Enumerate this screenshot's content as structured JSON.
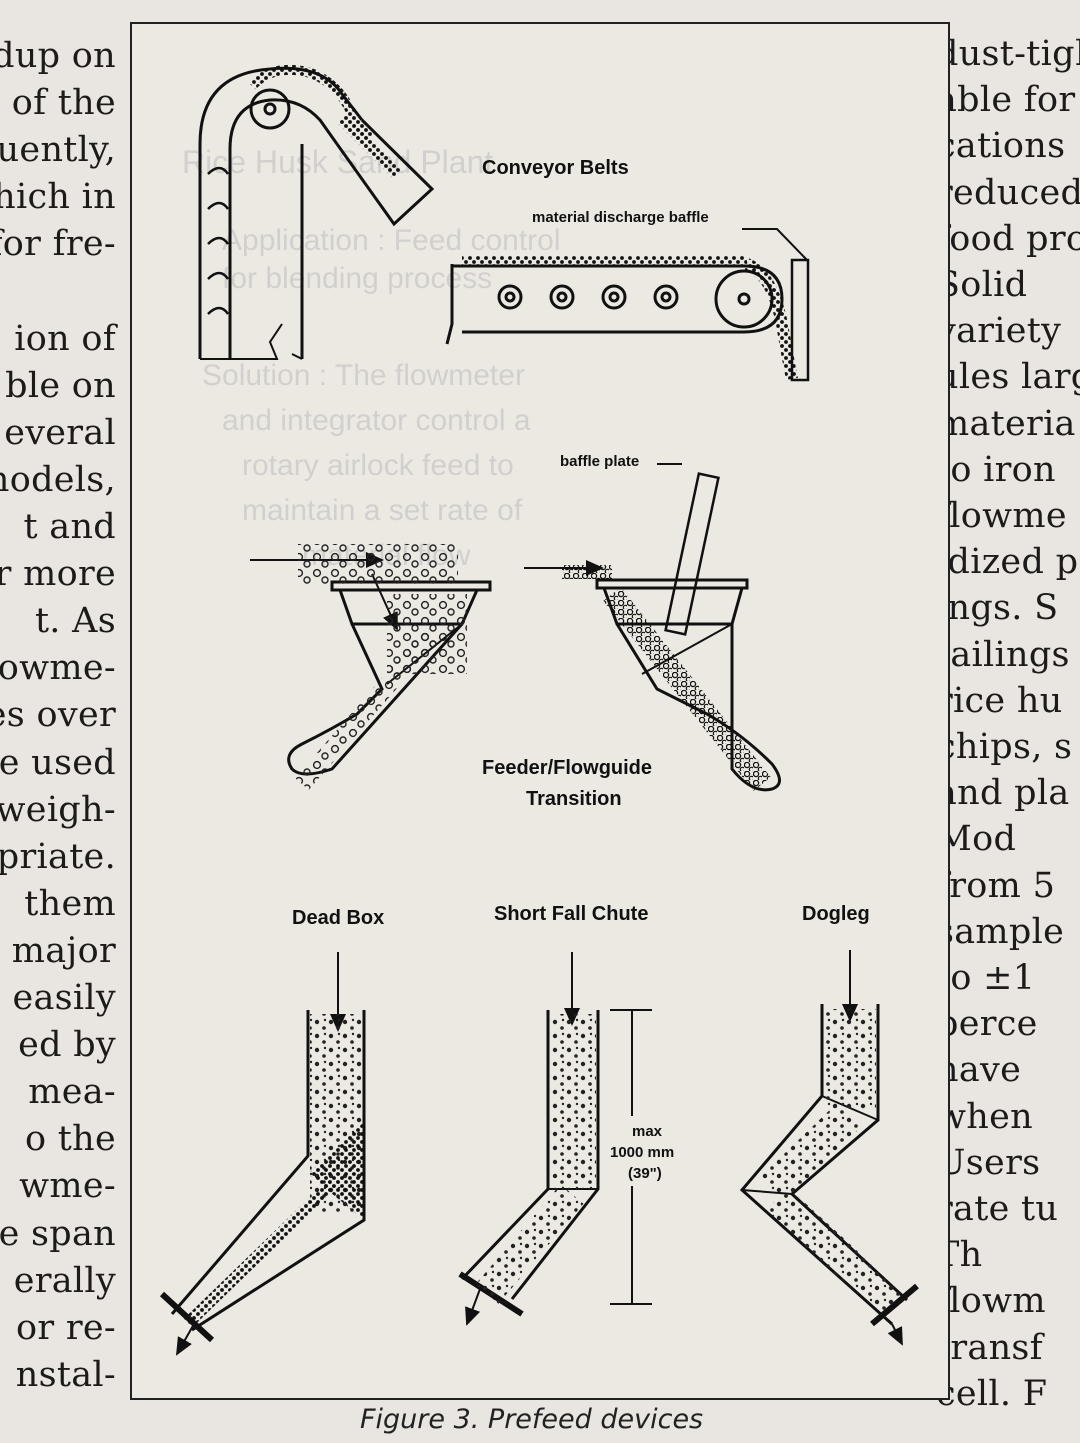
{
  "left_column": [
    "dup on",
    "a of the",
    "uently,",
    "hich in",
    "for fre-",
    "",
    "ion of",
    "ble on",
    "everal",
    "nodels,",
    "t and",
    "r more",
    "t. As",
    "owme-",
    "es over",
    "e used",
    "weigh-",
    "priate.",
    "them",
    "major",
    "easily",
    "ed by",
    "mea-",
    "o the",
    "wme-",
    "e span",
    "erally",
    "or re-",
    "nstal-"
  ],
  "right_column": [
    "dust-tigh",
    "able for",
    "cations",
    "reduced",
    "food pro",
    "Solid",
    "variety",
    "ules larg",
    "materia",
    "to iron",
    "flowme",
    "idized p",
    "ings. S",
    "tailings",
    "rice hu",
    "chips, s",
    "and pla",
    "Mod",
    "from 5",
    "sample",
    "to ±1",
    "perce",
    "have",
    "when",
    "Users",
    "rate tu",
    "Th",
    "flowm",
    "transf",
    "cell. F"
  ],
  "figure": {
    "labels": {
      "conveyor_belts": "Conveyor Belts",
      "material_discharge_baffle": "material discharge baffle",
      "baffle_plate": "baffle plate",
      "feeder_flowguide_1": "Feeder/Flowguide",
      "feeder_flowguide_2": "Transition",
      "dead_box": "Dead Box",
      "short_fall_chute": "Short Fall Chute",
      "dogleg": "Dogleg",
      "max": "max",
      "max_mm": "1000 mm",
      "max_in": "(39\")"
    },
    "caption": "Figure 3. Prefeed devices"
  },
  "show_through": [
    "Rice Husk Sand Plant",
    "Application : Feed control",
    "for blending process",
    "Solution : The flowmeter",
    "and integrator control a",
    "rotary airlock feed to",
    "maintain a set rate of",
    "material flow"
  ]
}
